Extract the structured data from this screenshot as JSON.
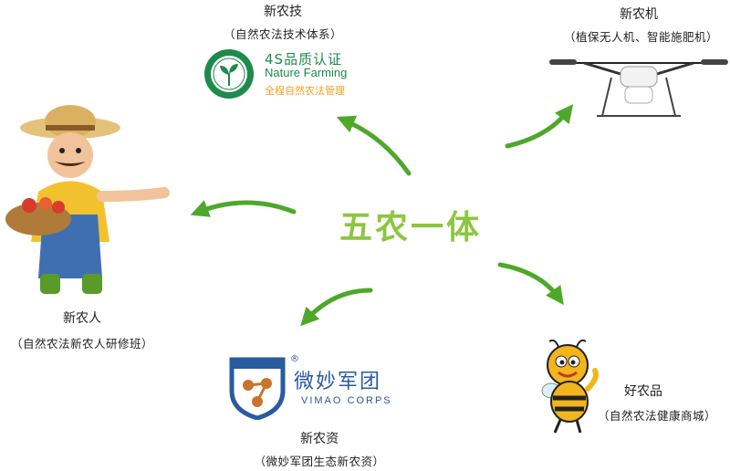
{
  "center": {
    "label": "五农一体"
  },
  "nodes": {
    "tech": {
      "title": "新农技",
      "subtitle": "（自然农法技术体系）"
    },
    "machine": {
      "title": "新农机",
      "subtitle": "（植保无人机、智能施肥机）"
    },
    "people": {
      "title": "新农人",
      "subtitle": "（自然农法新农人研修班）"
    },
    "resource": {
      "title": "新农资",
      "subtitle": "（微妙军团生态新农资）"
    },
    "product": {
      "title": "好农品",
      "subtitle": "（自然农法健康商城）"
    }
  },
  "logo_4s": {
    "line1": "4S品质认证",
    "line2": "Nature Farming",
    "line3": "全程自然农法管理"
  },
  "logo_vimao": {
    "cn": "微妙军团",
    "en": "VIMAO CORPS",
    "mark": "®"
  },
  "colors": {
    "arrow_green": "#4ea82a",
    "center_green": "#8cc63f",
    "logo_green": "#1e8a4c",
    "logo_orange": "#f0a020",
    "vimao_blue": "#2a5aa0",
    "vimao_orange": "#c8742a"
  }
}
